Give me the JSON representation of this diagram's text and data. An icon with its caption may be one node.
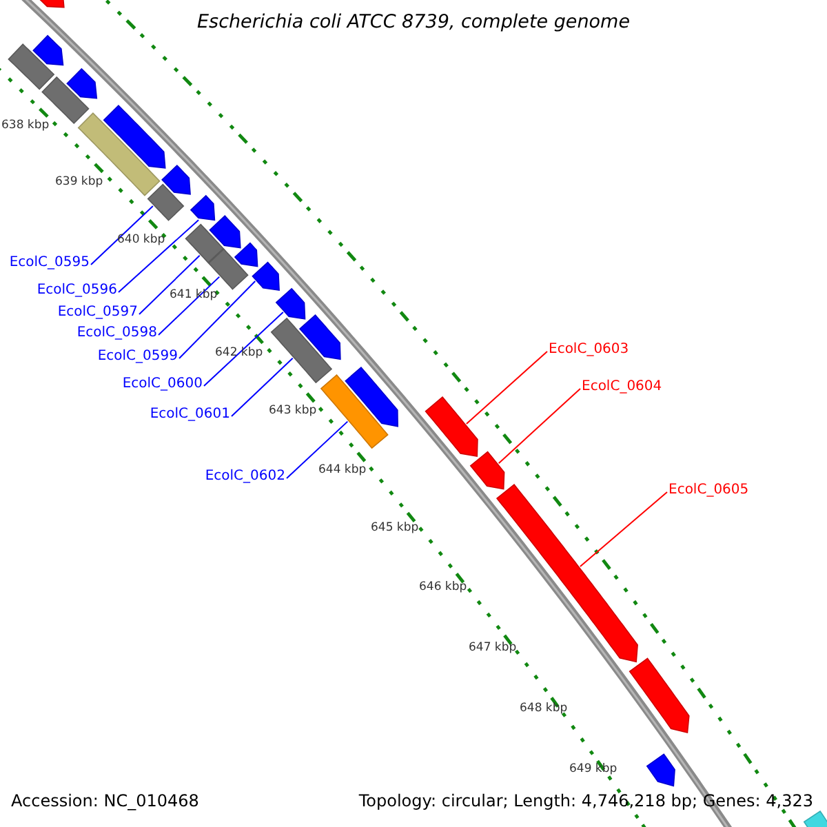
{
  "diagram": {
    "title": "Escherichia coli ATCC 8739, complete genome",
    "nodes": [
      {
        "text": [],
        "shape": "arrow"
      },
      {
        "text": [],
        "shape": "bar"
      },
      {
        "text": [],
        "shape": "arrow"
      },
      {
        "text": [],
        "shape": "bar"
      },
      {
        "text": [],
        "shape": "arrow"
      },
      {
        "text": [],
        "shape": "bar"
      },
      {
        "text": [],
        "shape": "arrow"
      },
      {
        "text": [],
        "shape": "arrow"
      },
      {
        "text": [],
        "shape": "bar"
      },
      {
        "text": [],
        "shape": "arrow"
      },
      {
        "text": [],
        "shape": "bar"
      },
      {
        "text": [],
        "shape": "arrow"
      },
      {
        "text": [],
        "shape": "bar"
      },
      {
        "text": [],
        "shape": "arrow"
      },
      {
        "text": [],
        "shape": "arrow"
      },
      {
        "text": [],
        "shape": "arrow"
      },
      {
        "text": [],
        "shape": "bar"
      },
      {
        "text": [],
        "shape": "arrow"
      },
      {
        "text": [],
        "shape": "bar"
      },
      {
        "text": [],
        "shape": "arrow"
      },
      {
        "text": [],
        "shape": "arrow"
      },
      {
        "text": [],
        "shape": "arrow"
      },
      {
        "text": [],
        "shape": "arrow"
      },
      {
        "text": [],
        "shape": "arrow"
      },
      {
        "text": [],
        "shape": "arrow"
      },
      {
        "text": [],
        "shape": "bar"
      },
      {
        "text": [
          "EcolC_0595"
        ]
      },
      {
        "text": [
          "EcolC_0596"
        ]
      },
      {
        "text": [
          "EcolC_0597"
        ]
      },
      {
        "text": [
          "EcolC_0598"
        ]
      },
      {
        "text": [
          "EcolC_0599"
        ]
      },
      {
        "text": [
          "EcolC_0600"
        ]
      },
      {
        "text": [
          "EcolC_0601"
        ]
      },
      {
        "text": [
          "EcolC_0602"
        ]
      },
      {
        "text": [
          "EcolC_0603"
        ]
      },
      {
        "text": [
          "EcolC_0604"
        ]
      },
      {
        "text": [
          "EcolC_0605"
        ]
      }
    ],
    "edges": [
      {
        "from": 26,
        "to": 8,
        "arrow": "none"
      },
      {
        "from": 27,
        "to": 9,
        "arrow": "none"
      },
      {
        "from": 28,
        "to": 10,
        "arrow": "none"
      },
      {
        "from": 29,
        "to": 12,
        "arrow": "none"
      },
      {
        "from": 30,
        "to": 14,
        "arrow": "none"
      },
      {
        "from": 31,
        "to": 15,
        "arrow": "none"
      },
      {
        "from": 32,
        "to": 16,
        "arrow": "none"
      },
      {
        "from": 33,
        "to": 18,
        "arrow": "none"
      },
      {
        "from": 34,
        "to": 20,
        "arrow": "none",
        "color": "#ff0000"
      },
      {
        "from": 35,
        "to": 21,
        "arrow": "none",
        "color": "#ff0000"
      },
      {
        "from": 36,
        "to": 22,
        "arrow": "none",
        "color": "#ff0000"
      }
    ],
    "labels": [
      "638 kbp",
      "639 kbp",
      "640 kbp",
      "641 kbp",
      "642 kbp",
      "643 kbp",
      "644 kbp",
      "645 kbp",
      "646 kbp",
      "647 kbp",
      "648 kbp",
      "649 kbp",
      "Accession: NC_010468",
      "Topology: circular; Length: 4,746,218 bp; Genes: 4,323"
    ]
  }
}
